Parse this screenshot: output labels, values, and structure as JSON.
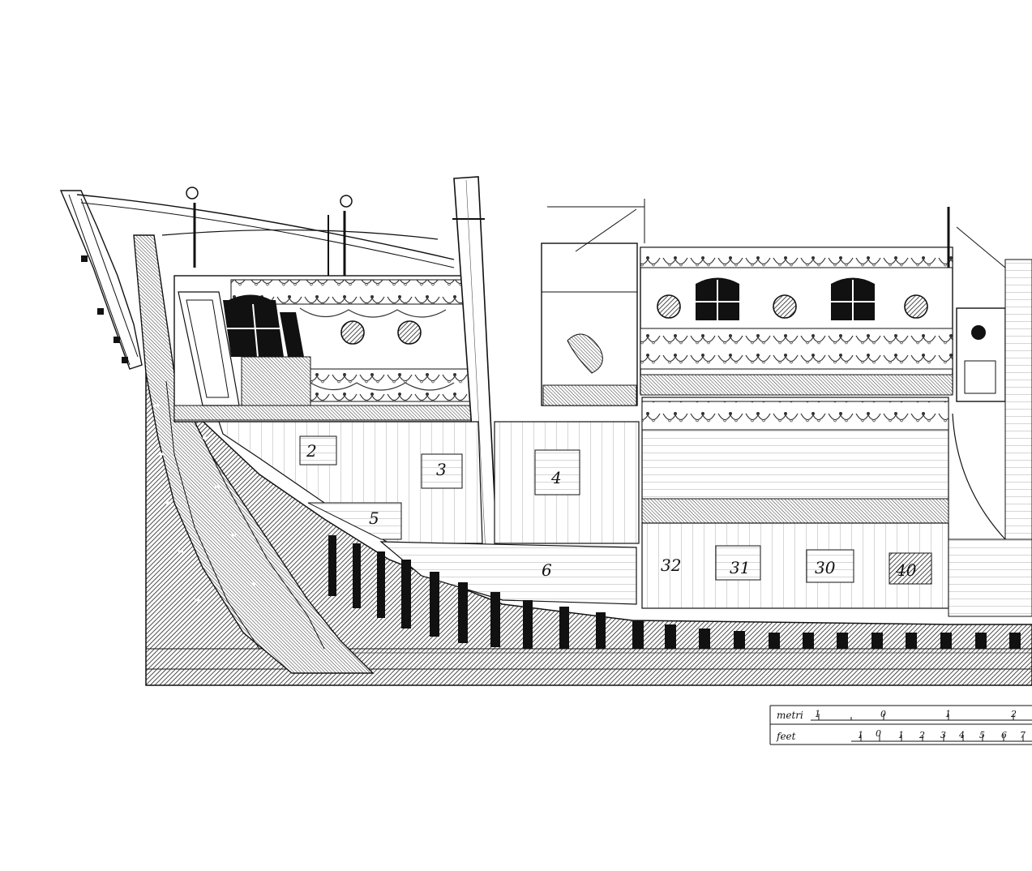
{
  "drawing": {
    "compartment_labels": [
      "2",
      "3",
      "4",
      "5",
      "6",
      "32",
      "31",
      "30",
      "40"
    ]
  },
  "scale_bar": {
    "metric_label": "metri",
    "metric_ticks": [
      "1",
      "0",
      "1",
      "2"
    ],
    "feet_label": "feet",
    "feet_ticks": [
      "1",
      "0",
      "1",
      "2",
      "3",
      "4",
      "5",
      "6",
      "7"
    ]
  },
  "colors": {
    "ink": "#111111",
    "paper": "#ffffff",
    "hatch": "#222222"
  }
}
